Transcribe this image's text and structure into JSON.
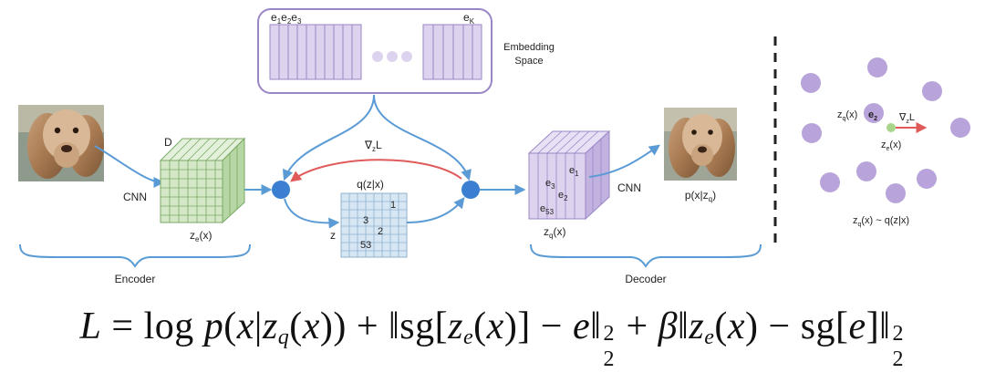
{
  "embedding": {
    "labels": [
      "e",
      "1",
      "e",
      "2",
      "e",
      "3"
    ],
    "last_label": "e",
    "last_sub": "K",
    "title_line1": "Embedding",
    "title_line2": "Space"
  },
  "encoder": {
    "input_caption": "CNN",
    "dim_label": "D",
    "latent_label": "z",
    "latent_sub": "e",
    "latent_arg": "(x)",
    "section_label": "Encoder"
  },
  "gradient": {
    "nabla": "∇",
    "sub": "z",
    "L": "L"
  },
  "quantizer": {
    "title": "q(z|x)",
    "z_label": "z",
    "cells": [
      "1",
      "3",
      "2",
      "53"
    ]
  },
  "decoder": {
    "cells": [
      "e",
      "1",
      "e",
      "3",
      "e",
      "2",
      "e",
      "53"
    ],
    "latent_label": "z",
    "latent_sub": "q",
    "latent_arg": "(x)",
    "cnn_caption": "CNN",
    "output_label": "p(x|z",
    "output_sub": "q",
    "output_close": ")",
    "section_label": "Decoder"
  },
  "right_panel": {
    "zq_label": "z",
    "zq_sub": "q",
    "zq_arg": "(x)",
    "e2_label": "e",
    "e2_sub": "2",
    "grad_nabla": "∇",
    "grad_sub": "z",
    "grad_L": "L",
    "ze_label": "z",
    "ze_sub": "e",
    "ze_arg": "(x)",
    "caption_z": "z",
    "caption_sub": "q",
    "caption_rest": "(x) ~ q(z|x)"
  },
  "equation": {
    "L": "L",
    "eqsign": " = log ",
    "p": "p",
    "open": "(",
    "x1": "x",
    "bar": "|",
    "z1": "z",
    "q": "q",
    "xparen": "(",
    "x2": "x",
    "close1": ")) + ‖sg[",
    "z2": "z",
    "e1": "e",
    "xp2": "(",
    "x3": "x",
    "close2": ")] − ",
    "e2": "e",
    "norm1": "‖",
    "sup1": "2",
    "sub1": "2",
    "plus": " + ",
    "beta": "β",
    "norm2": "‖",
    "z3": "z",
    "e3": "e",
    "xp3": "(",
    "x4": "x",
    "close3": ") − sg[",
    "e4": "e",
    "close4": "]‖",
    "sup2": "2",
    "sub2": "2"
  },
  "colors": {
    "embed_fill": "#ddd3ee",
    "embed_border": "#9a86c6",
    "green_face": "#d4e8c8",
    "green_side": "#b6d6a4",
    "green_grid": "#7aa865",
    "blue_cell": "#d6e6f3",
    "blue_grid": "#8fb2cf",
    "purple_face": "#ddd3ee",
    "purple_side": "#c2b2e0",
    "arrow_blue": "#5b9bd5",
    "node_blue": "#3a7fd1",
    "arrow_red": "#e05a5a",
    "dot_purple": "#b8a4da",
    "dot_green": "#a7d68a"
  }
}
